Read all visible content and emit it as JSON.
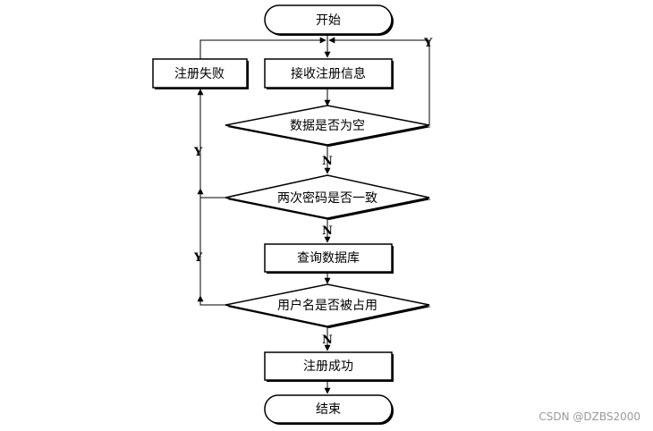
{
  "nodes": {
    "start": "开始",
    "receive": "接收注册信息",
    "fail": "注册失败",
    "check_empty": "数据是否为空",
    "check_pwd": "两次密码是否一致",
    "query_db": "查询数据库",
    "check_user": "用户名是否被占用",
    "success": "注册成功",
    "end": "结束"
  },
  "edge_labels": {
    "empty_yes": "Y",
    "empty_no": "N",
    "pwd_yes": "Y",
    "pwd_no": "N",
    "user_yes": "Y",
    "user_no": "N"
  },
  "watermark": "CSDN @DZBS2000"
}
